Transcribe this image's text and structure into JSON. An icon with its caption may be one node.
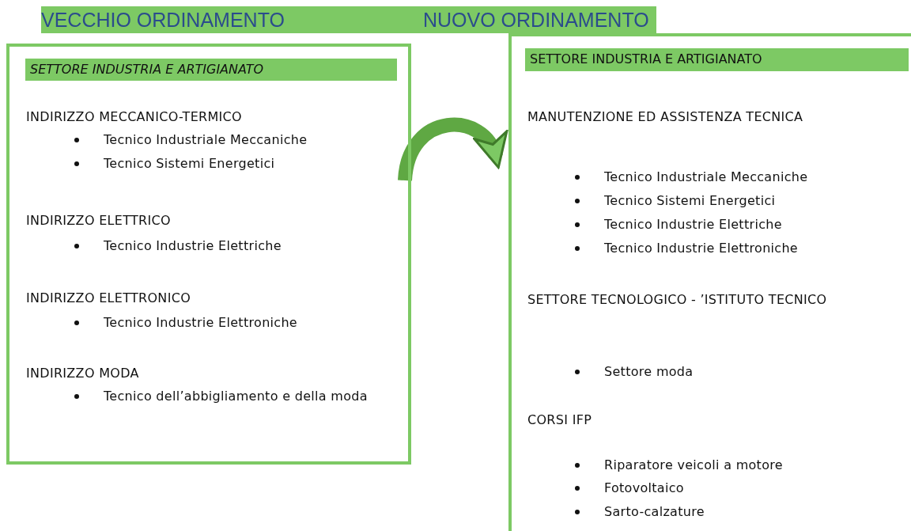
{
  "diagram": {
    "nodes": [
      {
        "text": [
          "VECCHIO ORDINAMENTO"
        ]
      },
      {
        "text": [
          "NUOVO ORDINAMENTO"
        ]
      },
      {
        "text": [
          "INDIRIZZO MECCANICO-TERMICO",
          "Tecnico Industriale Meccaniche",
          "Tecnico Sistemi Energetici",
          "INDIRIZZO ELETTRICO",
          "Tecnico Industrie Elettriche",
          "INDIRIZZO ELETTRONICO",
          "Tecnico Industrie Elettroniche",
          "INDIRIZZO MODA",
          "Tecnico dell’abbigliamento e della moda"
        ]
      },
      {
        "text": [
          "SETTORE INDUSTRIA E ARTIGIANATO"
        ],
        "in": 2
      },
      {
        "text": [
          "MANUTENZIONE ED ASSISTENZA TECNICA",
          "Tecnico Industriale Meccaniche",
          "Tecnico Sistemi Energetici",
          "Tecnico Industrie Elettriche",
          "Tecnico Industrie Elettroniche",
          "SETTORE TECNOLOGICO - ’ISTITUTO TECNICO",
          "Settore moda",
          "CORSI IFP",
          "Riparatore veicoli a motore",
          "Fotovoltaico",
          "Sarto-calzature"
        ]
      },
      {
        "text": [
          "SETTORE INDUSTRIA E ARTIGIANATO"
        ],
        "in": 4
      }
    ],
    "edges": [
      {
        "from": 2,
        "to": 4,
        "arrow": "to"
      }
    ]
  }
}
